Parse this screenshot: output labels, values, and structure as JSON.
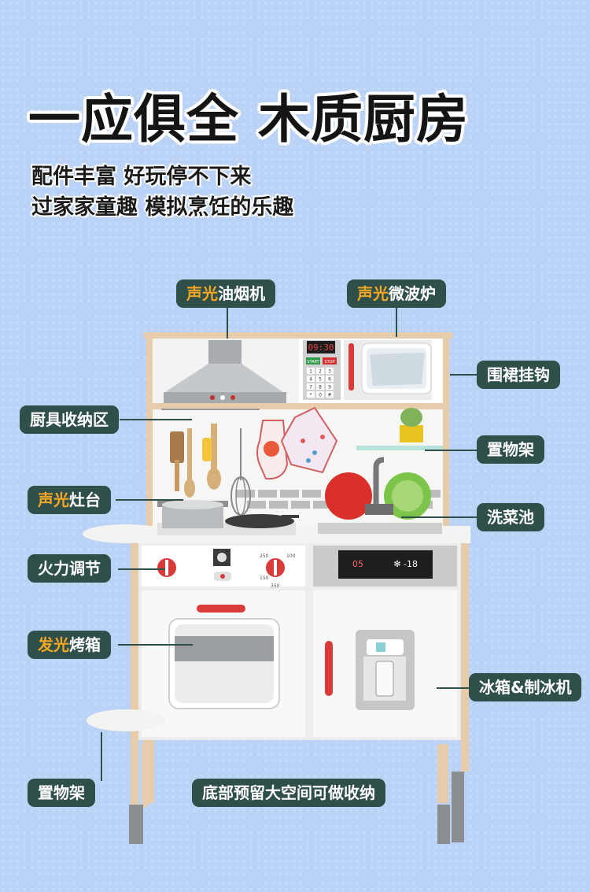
{
  "headline": "一应俱全 木质厨房",
  "subtitle_lines": [
    "配件丰富 好玩停不下来",
    "过家家童趣 模拟烹饪的乐趣"
  ],
  "callouts": {
    "hood": {
      "highlight": "声光",
      "text": "油烟机"
    },
    "microwave": {
      "highlight": "声光",
      "text": "微波炉"
    },
    "hook": {
      "text": "围裙挂钩"
    },
    "utensil": {
      "text": "厨具收纳区"
    },
    "shelf": {
      "text": "置物架"
    },
    "stove": {
      "highlight": "声光",
      "text": "灶台"
    },
    "sink": {
      "text": "洗菜池"
    },
    "knob": {
      "text": "火力调节"
    },
    "oven": {
      "highlight": "发光",
      "text": "烤箱"
    },
    "fridge": {
      "text": "冰箱&制冰机"
    },
    "side_shelf": {
      "text": "置物架"
    },
    "bottom": {
      "text": "底部预留大空间可做收纳"
    }
  },
  "device": {
    "microwave_display": "09:30",
    "start_btn": "START",
    "stop_btn": "STOP",
    "keypad": [
      "1",
      "2",
      "3",
      "4",
      "5",
      "6",
      "7",
      "8",
      "9",
      "*",
      "0",
      "#"
    ],
    "fridge_temp_left": "05",
    "fridge_temp_right": "-18",
    "oven_knob_marks": [
      "250",
      "150",
      "100",
      "350"
    ]
  },
  "colors": {
    "background": "#b9d2f5",
    "label_bg": "#2f4f4a",
    "highlight": "#f3a623",
    "accent_red": "#d93a3a",
    "wood": "#e6ccaa"
  }
}
